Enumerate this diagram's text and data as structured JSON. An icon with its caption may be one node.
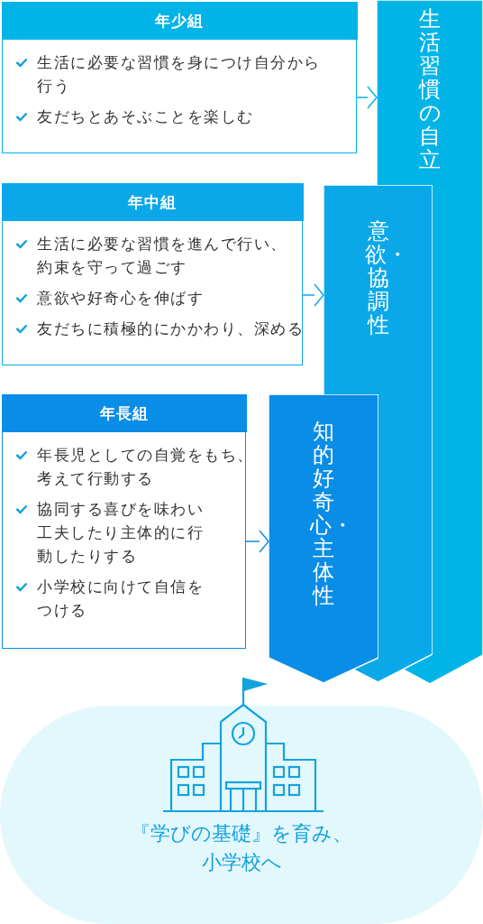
{
  "diagram": {
    "nodes": [
      {
        "text": [
          "年少組",
          "生活に必要な習慣を身につけ自分から行う",
          "友だちとあそぶことを楽しむ"
        ]
      },
      {
        "text": [
          "年中組",
          "生活に必要な習慣を進んで行い、約束を守って過ごす",
          "意欲や好奇心を伸ばす",
          "友だちに積極的にかかわり、深める"
        ]
      },
      {
        "text": [
          "年長組",
          "年長児としての自覚をもち、考えて行動する",
          "協同する喜びを味わい工夫したり主体的に行動したりする",
          "小学校に向けて自信をつける"
        ]
      },
      {
        "text": [
          "生活習慣の自立"
        ]
      },
      {
        "text": [
          "意欲・協調性"
        ]
      },
      {
        "text": [
          "知的好奇心・主体性"
        ]
      },
      {
        "text": [
          "『学びの基礎』を育み、小学校へ"
        ]
      }
    ],
    "edges": [
      {
        "from": 0,
        "to": 3,
        "arrow": "to"
      },
      {
        "from": 1,
        "to": 4,
        "arrow": "to"
      },
      {
        "from": 2,
        "to": 5,
        "arrow": "to"
      }
    ]
  }
}
